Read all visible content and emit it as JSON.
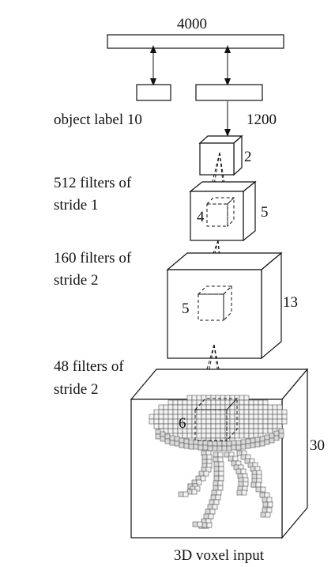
{
  "diagram": {
    "fc_top_size": "4000",
    "object_label": "object label 10",
    "fc_mid_size": "1200",
    "layer1": {
      "filters": "512 filters of",
      "stride": "stride 1",
      "kernel": "4",
      "output": "5"
    },
    "layer2": {
      "filters": "160 filters of",
      "stride": "stride 2",
      "kernel": "5",
      "output": "13"
    },
    "layer3": {
      "filters": "48 filters of",
      "stride": "stride 2",
      "kernel": "6",
      "output": "30"
    },
    "top_cube_size": "2",
    "input_label": "3D voxel input",
    "line_color": "#111111"
  }
}
